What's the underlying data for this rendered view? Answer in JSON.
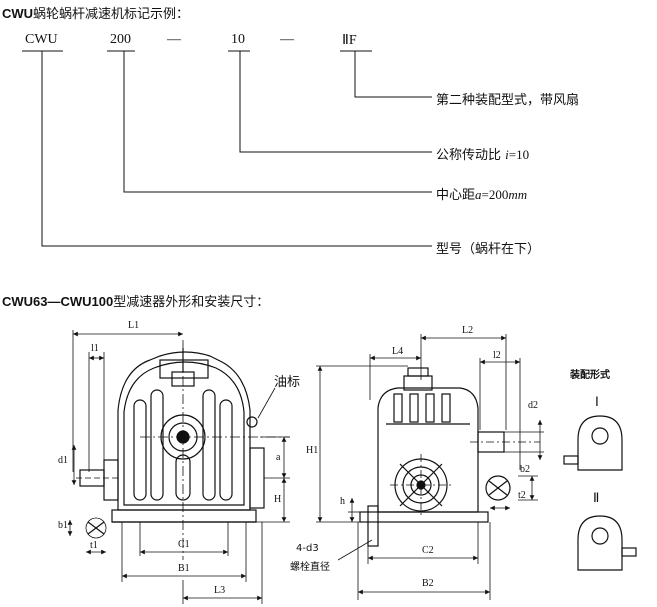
{
  "heading1": {
    "prefix": "CWU",
    "suffix": "蜗轮蜗杆减速机标记示例："
  },
  "codes": {
    "model": "CWU",
    "center": "200",
    "dash1": "—",
    "ratio": "10",
    "dash2": "—",
    "assembly": "ⅡF"
  },
  "legend": {
    "assembly": "第二种装配型式，带风扇",
    "ratio_prefix": "公称传动比",
    "ratio_var": "i",
    "ratio_value": "=10",
    "center_prefix": "中心距",
    "center_var": "a",
    "center_value": "=200",
    "center_unit": "mm",
    "model": "型号（蜗杆在下）"
  },
  "heading2": {
    "prefix": "CWU63—CWU100",
    "suffix": "型减速器外形和安装尺寸："
  },
  "drawing": {
    "front": {
      "L1": "L1",
      "l1": "l1",
      "oil": "油标",
      "d1": "d1",
      "a": "a",
      "H": "H",
      "b1": "b1",
      "t1": "t1",
      "C1": "C1",
      "B1": "B1",
      "L3": "L3"
    },
    "side": {
      "L2": "L2",
      "L4": "L4",
      "l2": "l2",
      "d2": "d2",
      "H1": "H1",
      "h": "h",
      "b2": "b2",
      "t2": "t2",
      "C2": "C2",
      "B2": "B2",
      "bolt_count": "4-d3",
      "bolt_name": "螺栓直径"
    },
    "assembly_forms": {
      "title": "装配形式",
      "form1": "Ⅰ",
      "form2": "Ⅱ"
    }
  }
}
